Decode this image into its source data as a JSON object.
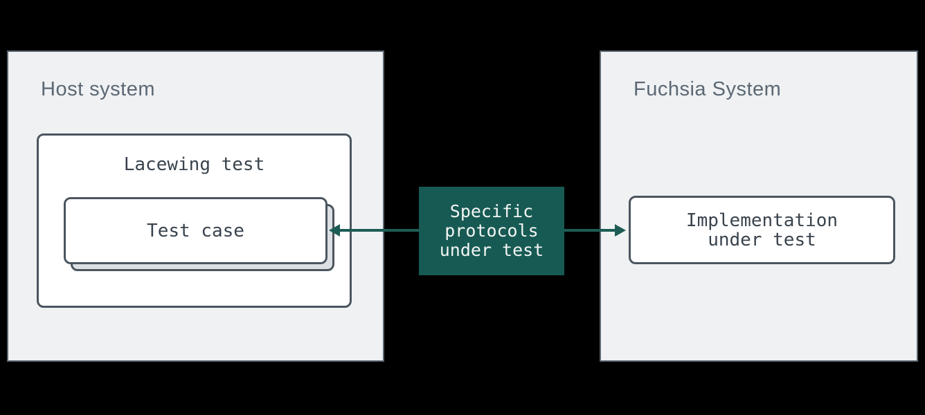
{
  "diagram": {
    "host_panel": {
      "title": "Host system",
      "lacewing_label": "Lacewing test",
      "test_case_label": "Test case"
    },
    "fuchsia_panel": {
      "title": "Fuchsia System",
      "implementation_label": "Implementation\nunder test"
    },
    "protocols_box": {
      "label": "Specific\nprotocols\nunder test"
    },
    "arrows": {
      "left": "protocols-to-test-case",
      "right": "protocols-to-implementation"
    },
    "colors": {
      "background": "#000000",
      "panel_fill": "#eff1f3",
      "panel_border": "#5b6670",
      "box_fill": "#ffffff",
      "box_border": "#4b555f",
      "stacked_box_fill": "#dce0e4",
      "teal_fill": "#175a53",
      "arrow": "#1d5c55",
      "mono_text": "#39434d",
      "title_text": "#5c6874",
      "teal_text": "#f2f5f4"
    }
  }
}
